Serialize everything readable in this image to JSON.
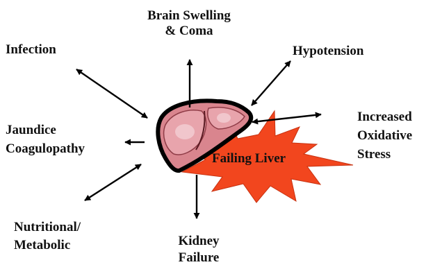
{
  "center": {
    "label": "Failing Liver"
  },
  "effects": {
    "brain": [
      "Brain Swelling",
      "& Coma"
    ],
    "hypotension": [
      "Hypotension"
    ],
    "infection": [
      "Infection"
    ],
    "oxidative": [
      "Increased",
      "Oxidative",
      "Stress"
    ],
    "jaundice": [
      "Jaundice",
      "Coagulopathy"
    ],
    "nutritional": [
      "Nutritional/",
      "Metabolic"
    ],
    "kidney": [
      "Kidney",
      "Failure"
    ]
  },
  "colors": {
    "burst": "#f2461e",
    "liver_outline": "#000000",
    "liver_fill": "#d9858e",
    "liver_highlight": "#f1c6cc",
    "arrow": "#000000"
  },
  "icons": {
    "liver": "liver-icon",
    "burst": "starburst-icon"
  }
}
